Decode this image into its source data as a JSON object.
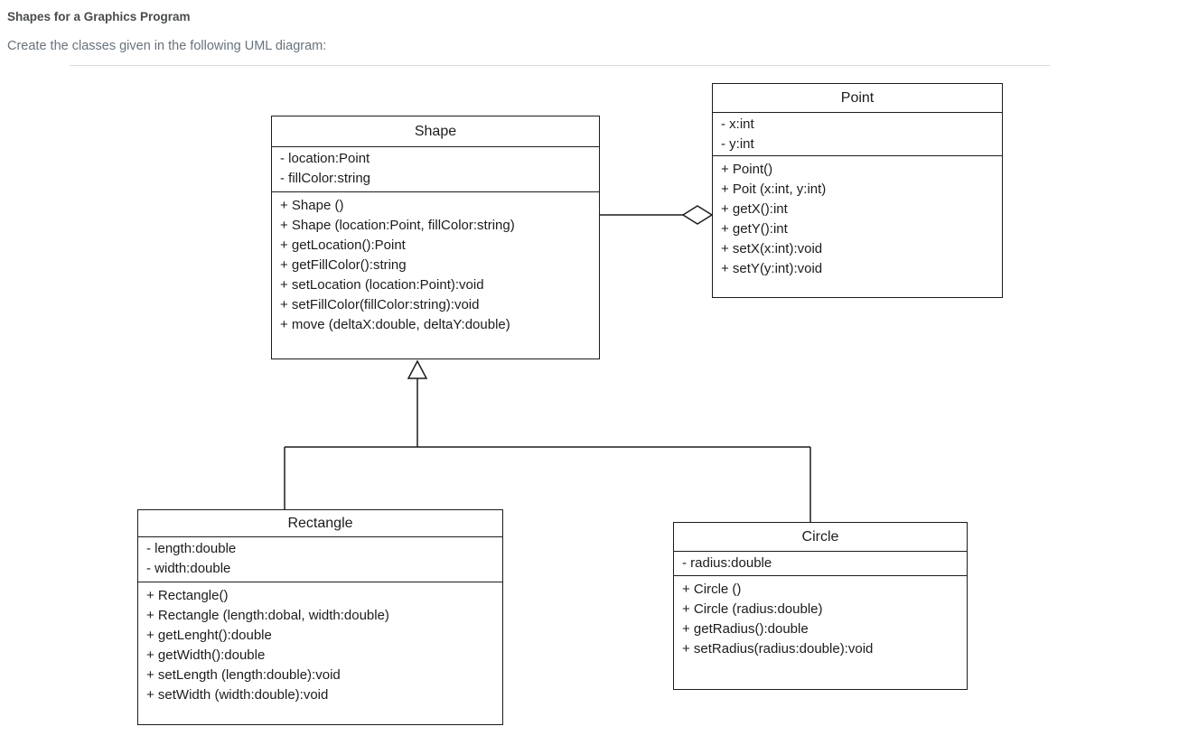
{
  "page": {
    "title": "Shapes for a Graphics Program",
    "instruction": "Create the classes given in the following UML diagram:"
  },
  "uml": {
    "classes": [
      {
        "name": "Shape",
        "attributes": [
          "- location:Point",
          "- fillColor:string"
        ],
        "methods": [
          "+ Shape ()",
          "+ Shape (location:Point, fillColor:string)",
          "+ getLocation():Point",
          "+ getFillColor():string",
          "+ setLocation (location:Point):void",
          "+ setFillColor(fillColor:string):void",
          "+ move (deltaX:double, deltaY:double)"
        ]
      },
      {
        "name": "Point",
        "attributes": [
          "- x:int",
          "- y:int"
        ],
        "methods": [
          "+ Point()",
          "+ Poit (x:int, y:int)",
          "+ getX():int",
          "+ getY():int",
          "+ setX(x:int):void",
          "+ setY(y:int):void"
        ]
      },
      {
        "name": "Rectangle",
        "attributes": [
          "- length:double",
          "- width:double"
        ],
        "methods": [
          "+ Rectangle()",
          "+ Rectangle (length:dobal, width:double)",
          "+ getLenght():double",
          "+ getWidth():double",
          "+ setLength (length:double):void",
          "+ setWidth (width:double):void"
        ]
      },
      {
        "name": "Circle",
        "attributes": [
          "- radius:double"
        ],
        "methods": [
          "+ Circle ()",
          "+ Circle (radius:double)",
          "+ getRadius():double",
          "+ setRadius(radius:double):void"
        ]
      }
    ],
    "relationships": [
      {
        "type": "aggregation",
        "from": "Shape",
        "to": "Point"
      },
      {
        "type": "inheritance",
        "from": "Rectangle",
        "to": "Shape"
      },
      {
        "type": "inheritance",
        "from": "Circle",
        "to": "Shape"
      }
    ],
    "colors": {
      "line": "#1c1c1c",
      "box_background": "#ffffff",
      "title_text": "#494c4e",
      "instruction_text": "#68737d",
      "divider": "#d9d9d9"
    }
  }
}
